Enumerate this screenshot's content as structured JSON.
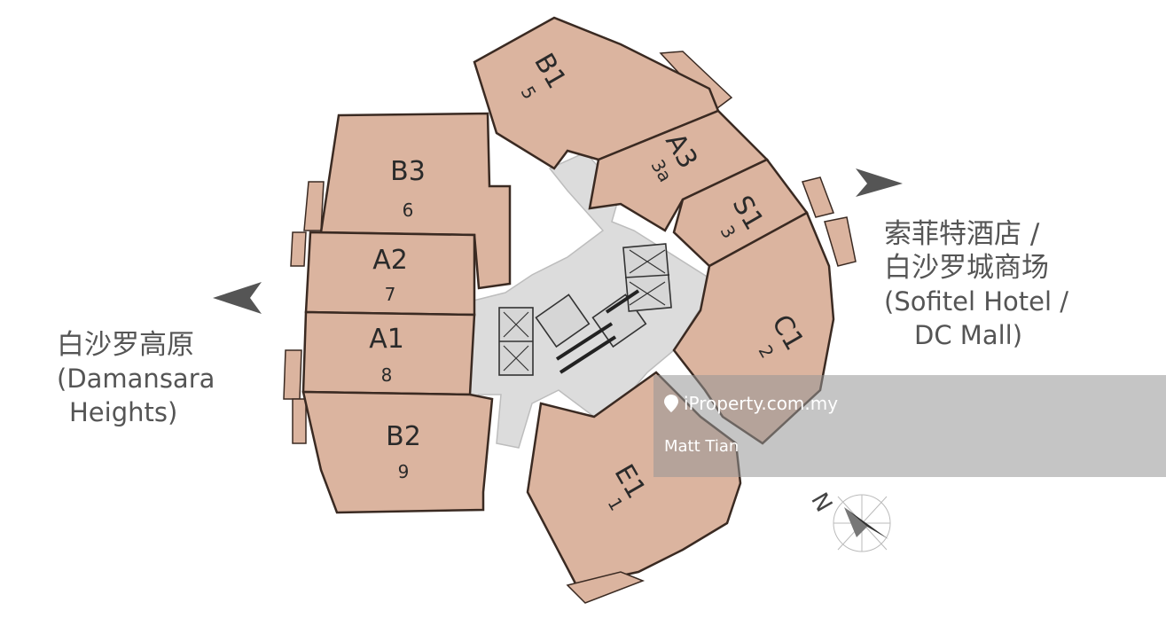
{
  "units": [
    {
      "code": "B1",
      "num": "5"
    },
    {
      "code": "A3",
      "num": "3a"
    },
    {
      "code": "S1",
      "num": "3"
    },
    {
      "code": "C1",
      "num": "2"
    },
    {
      "code": "E1",
      "num": "1"
    },
    {
      "code": "B3",
      "num": "6"
    },
    {
      "code": "A2",
      "num": "7"
    },
    {
      "code": "A1",
      "num": "8"
    },
    {
      "code": "B2",
      "num": "9"
    }
  ],
  "directions": {
    "right": {
      "line1": "索菲特酒店 /",
      "line2": "白沙罗城商场",
      "line3": "(Sofitel Hotel /",
      "line4": "DC Mall)"
    },
    "left": {
      "line1": "白沙罗高原",
      "line2": "(Damansara",
      "line3": "Heights)"
    }
  },
  "compass": {
    "label": "N"
  },
  "watermark": {
    "brand": "iProperty.com.my",
    "agent": "Matt Tian"
  },
  "colors": {
    "unit_fill": "#dbb49f",
    "core_fill": "#dcdcdc",
    "arrow": "#555555"
  }
}
